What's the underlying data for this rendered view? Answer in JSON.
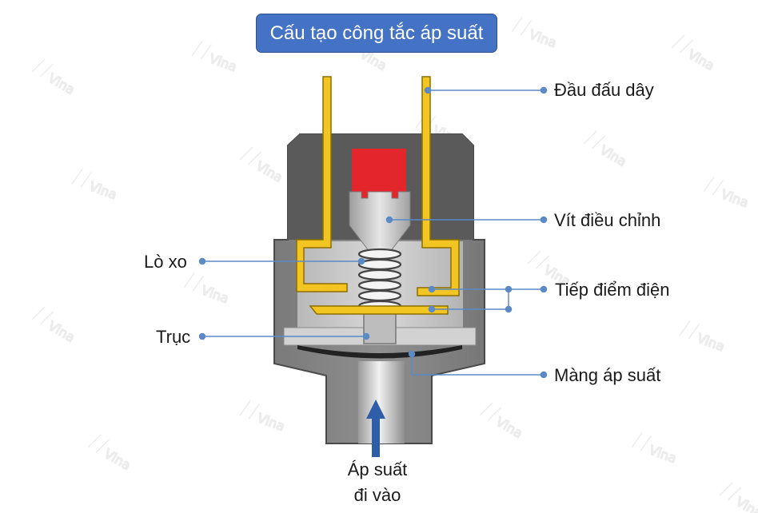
{
  "diagram": {
    "title": "Cấu tạo công tắc áp suất",
    "labels": {
      "terminal": "Đầu đấu dây",
      "adjust_screw": "Vít điều chỉnh",
      "spring": "Lò xo",
      "contacts": "Tiếp điểm điện",
      "shaft": "Trục",
      "diaphragm": "Màng áp suất",
      "pressure_in_line1": "Áp suất",
      "pressure_in_line2": "đi vào"
    },
    "watermark": "Vina",
    "colors": {
      "title_bg": "#4472c4",
      "body_dark": "#5f5f5f",
      "body_mid": "#8c8c8c",
      "inner_light": "#c8c8c8",
      "terminal_yellow": "#f2c523",
      "screw_red": "#e3262b",
      "leader_blue": "#5b8ac6",
      "arrow_blue": "#2e5ea8"
    }
  }
}
